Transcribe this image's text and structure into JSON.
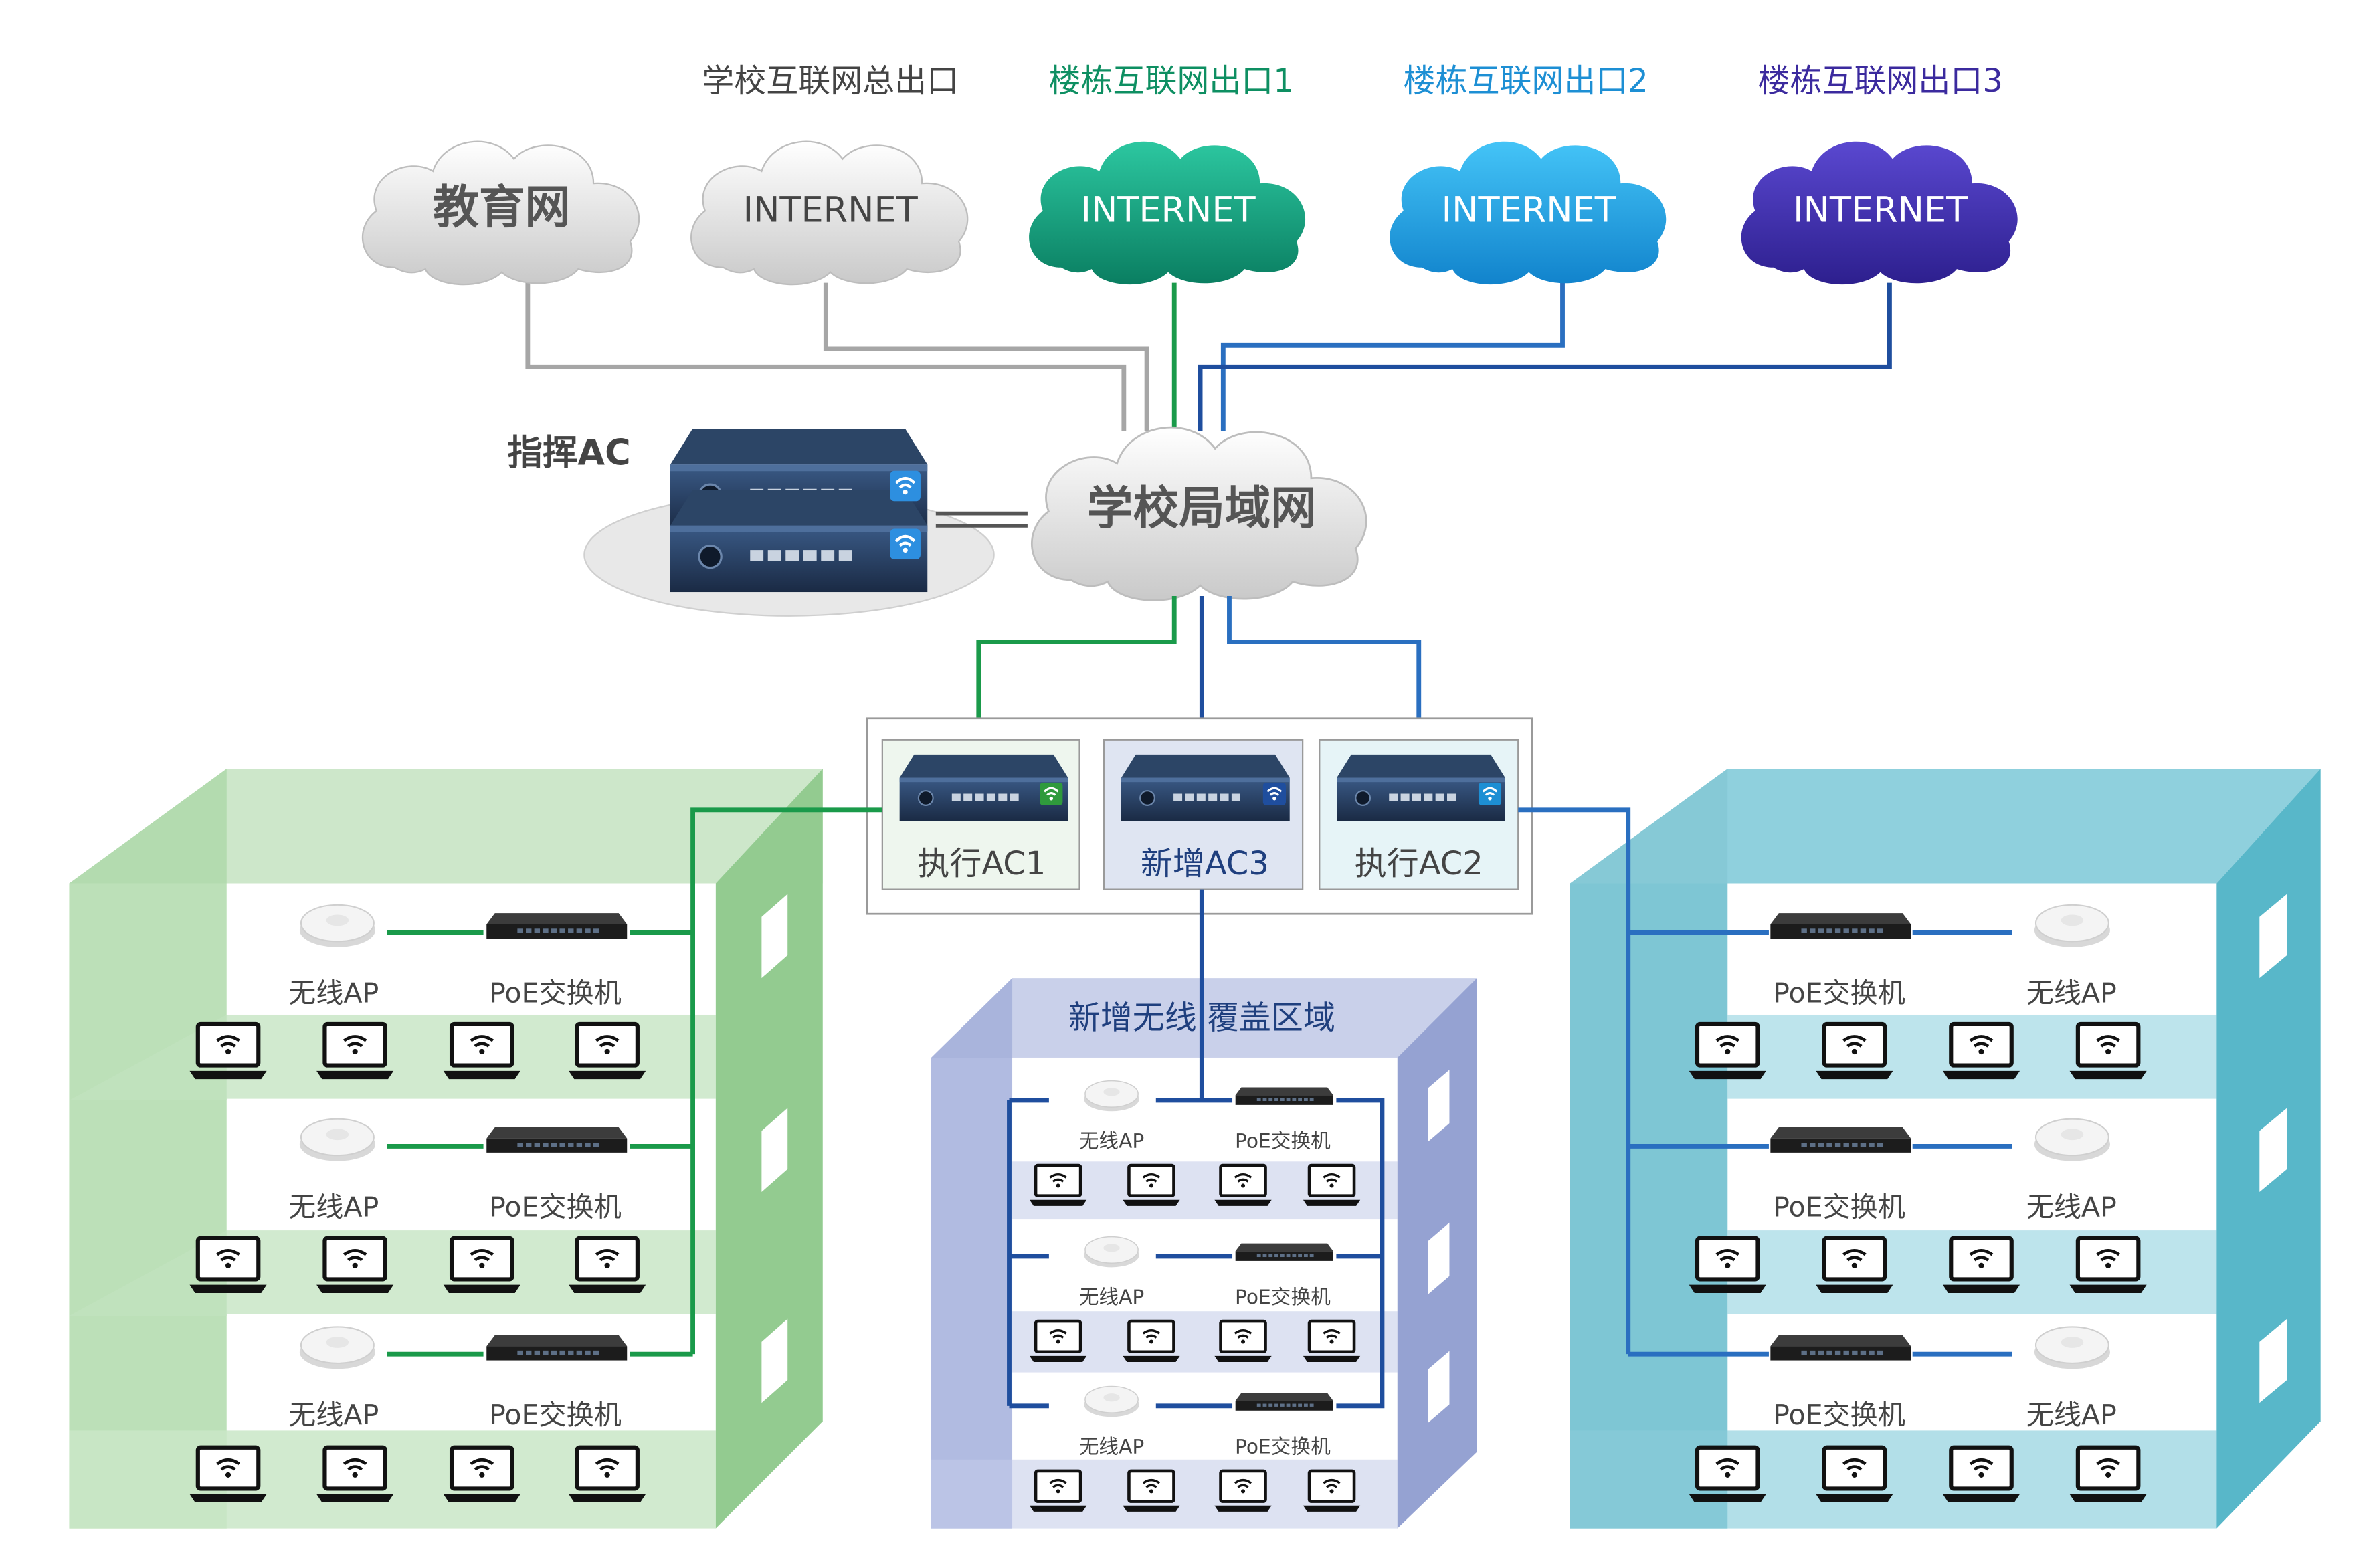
{
  "exits": {
    "school": {
      "title": "学校互联网总出口",
      "cloud": "INTERNET"
    },
    "b1": {
      "title": "楼栋互联网出口1",
      "cloud": "INTERNET"
    },
    "b2": {
      "title": "楼栋互联网出口2",
      "cloud": "INTERNET"
    },
    "b3": {
      "title": "楼栋互联网出口3",
      "cloud": "INTERNET"
    }
  },
  "edu_cloud": "教育网",
  "lan_cloud": "学校局域网",
  "command_ac": "指挥AC",
  "acs": {
    "ac1": "执行AC1",
    "ac3": "新增AC3",
    "ac2": "执行AC2"
  },
  "new_area_title": "新增无线 覆盖区域",
  "device_labels": {
    "ap": "无线AP",
    "poe": "PoE交换机"
  },
  "colors": {
    "gray_line": "#a6a6a6",
    "green": "#1a9a4a",
    "teal_cloud": "#0e9b78",
    "blue_cloud": "#1aa3e8",
    "purple_cloud": "#3b2aa8",
    "dark_blue": "#1f4e9e",
    "mid_blue": "#2a6fc0",
    "green_building": "#a9d5a6",
    "purple_building": "#a8b3db",
    "teal_building": "#77c4d4"
  },
  "icons": [
    "cloud-icon",
    "ac-controller-icon",
    "wifi-icon",
    "wireless-ap-icon",
    "poe-switch-icon",
    "laptop-icon"
  ]
}
